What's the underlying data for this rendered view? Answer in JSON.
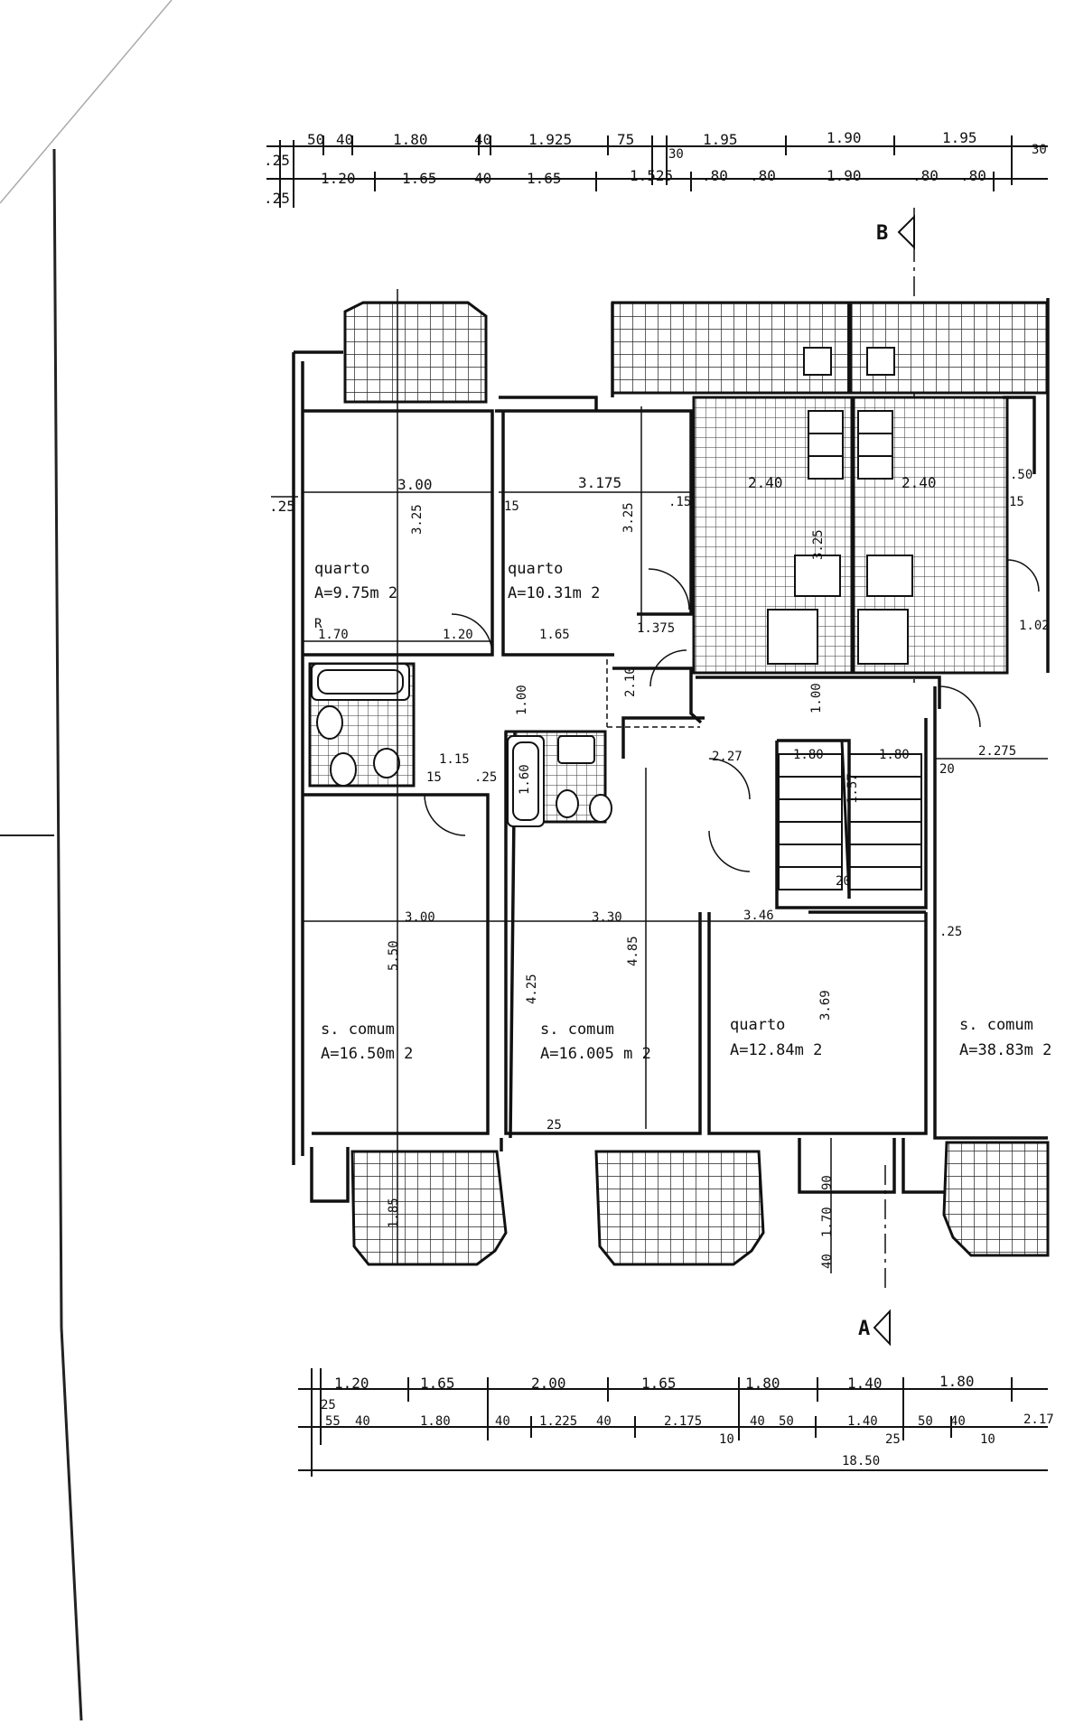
{
  "rooms": [
    {
      "name": "quarto",
      "area": "A=9.75m 2"
    },
    {
      "name": "quarto",
      "area": "A=10.31m 2"
    },
    {
      "name": "s. comum",
      "area": "A=16.50m 2"
    },
    {
      "name": "s. comum",
      "area": "A=16.005 m 2"
    },
    {
      "name": "quarto",
      "area": "A=12.84m 2"
    },
    {
      "name": "s. comum",
      "area": "A=38.83m 2"
    }
  ],
  "section_markers": {
    "a": "A",
    "b": "B"
  },
  "top_dims_row1": [
    "50",
    "40",
    "1.80",
    "40",
    "1.925",
    "75",
    "30",
    "1.95",
    "1.90",
    "1.95",
    "30"
  ],
  "top_dims_row2": [
    ".25",
    "1.20",
    "1.65",
    "40",
    "1.65",
    "1.525",
    ".80",
    ".80",
    "1.90",
    ".80",
    ".80"
  ],
  "top_left_dim": ".25",
  "bottom_dims_row1": [
    "1.20",
    "1.65",
    "2.00",
    "1.65",
    "1.80",
    "1.40",
    "1.80"
  ],
  "bottom_dims_row2": [
    "25",
    "55",
    "40",
    "1.80",
    "40",
    "1.225",
    "40",
    "2.175",
    "10",
    "40",
    "50",
    "1.40",
    "25",
    "50",
    "40",
    "10",
    "2.17"
  ],
  "bottom_total": "18.50",
  "inner_dims": [
    "3.00",
    "3.25",
    "3.175",
    "3.25",
    ".25",
    "15",
    ".15",
    "2.40",
    "2.40",
    "3.25",
    "1.70",
    "1.20",
    "1.65",
    "1.375",
    "1.00",
    "2.10",
    "1.15",
    ".25",
    "15",
    "2.27",
    "1.80",
    "1.00",
    "1.80",
    "2.275",
    "20",
    "3.00",
    "5.50",
    "3.30",
    "4.25",
    "4.85",
    "3.46",
    "3.69",
    "25",
    ".25",
    "1.02",
    ".50",
    "15",
    "1.85",
    "90",
    "1.70",
    "40",
    "1.57",
    "1.60",
    "20",
    "R"
  ]
}
